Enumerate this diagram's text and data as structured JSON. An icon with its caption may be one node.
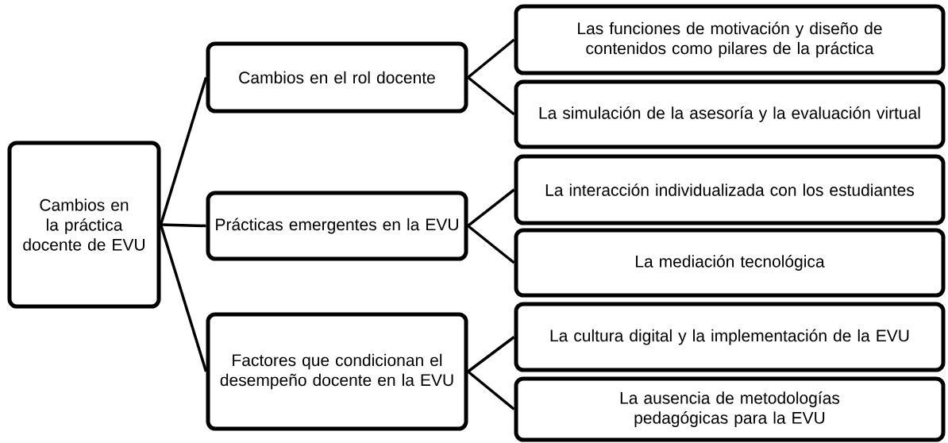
{
  "diagram": {
    "nodes": [
      {
        "text": [
          "Cambios en la práctica docente de EVU"
        ]
      },
      {
        "text": [
          "Cambios en el rol docente"
        ]
      },
      {
        "text": [
          "Prácticas emergentes en la EVU"
        ]
      },
      {
        "text": [
          "Factores que condicionan el desempeño docente en la EVU"
        ]
      },
      {
        "text": [
          "Las funciones de motivación y diseño de contenidos como pilares de la práctica"
        ]
      },
      {
        "text": [
          "La simulación de la asesoría y la evaluación virtual"
        ]
      },
      {
        "text": [
          "La interacción individualizada con los estudiantes"
        ]
      },
      {
        "text": [
          "La mediación tecnológica"
        ]
      },
      {
        "text": [
          "La cultura digital y la implementación de la EVU"
        ]
      },
      {
        "text": [
          "La ausencia de metodologías pedagógicas para la EVU"
        ]
      }
    ],
    "edges": [
      {
        "from": 0,
        "to": 1,
        "arrow": "none"
      },
      {
        "from": 0,
        "to": 2,
        "arrow": "none"
      },
      {
        "from": 0,
        "to": 3,
        "arrow": "none"
      },
      {
        "from": 1,
        "to": 4,
        "arrow": "none"
      },
      {
        "from": 1,
        "to": 5,
        "arrow": "none"
      },
      {
        "from": 2,
        "to": 6,
        "arrow": "none"
      },
      {
        "from": 2,
        "to": 7,
        "arrow": "none"
      },
      {
        "from": 3,
        "to": 8,
        "arrow": "none"
      },
      {
        "from": 3,
        "to": 9,
        "arrow": "none"
      }
    ]
  }
}
